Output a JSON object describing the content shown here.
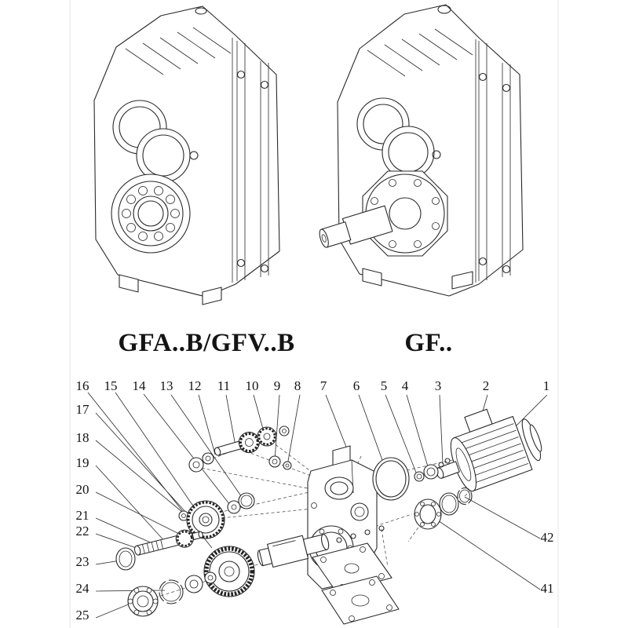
{
  "page": {
    "background": "#ffffff",
    "line_color": "#2a2a2a"
  },
  "labels": {
    "left_model": "GFA..B/GFV..B",
    "right_model": "GF.."
  },
  "callouts": {
    "top_row": [
      "16",
      "15",
      "14",
      "13",
      "12",
      "11",
      "10",
      "9",
      "8",
      "7",
      "6",
      "5",
      "4",
      "3",
      "2",
      "1"
    ],
    "left_column": [
      "17",
      "18",
      "19",
      "20",
      "21",
      "22",
      "23",
      "24",
      "25"
    ],
    "right_column": [
      "42",
      "41"
    ]
  }
}
